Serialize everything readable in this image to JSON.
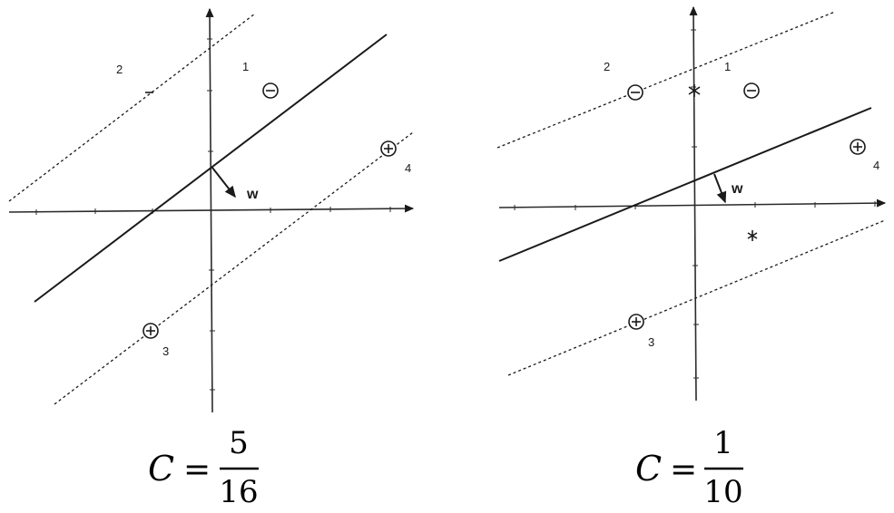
{
  "panels": [
    {
      "id": "left",
      "caption": {
        "symbol": "C",
        "equals": "=",
        "numerator": "5",
        "denominator": "16"
      },
      "weight_label": "w",
      "points": [
        {
          "label": "1",
          "kind": "minus",
          "marker": "circle"
        },
        {
          "label": "2",
          "kind": "minus",
          "marker": "dash"
        },
        {
          "label": "3",
          "kind": "plus",
          "marker": "circle"
        },
        {
          "label": "4",
          "kind": "plus",
          "marker": "circle"
        }
      ],
      "support_vector_markers": []
    },
    {
      "id": "right",
      "caption": {
        "symbol": "C",
        "equals": "=",
        "numerator": "1",
        "denominator": "10"
      },
      "weight_label": "w",
      "points": [
        {
          "label": "1",
          "kind": "minus",
          "marker": "circle"
        },
        {
          "label": "2",
          "kind": "minus",
          "marker": "circle"
        },
        {
          "label": "3",
          "kind": "plus",
          "marker": "circle"
        },
        {
          "label": "4",
          "kind": "plus",
          "marker": "circle"
        }
      ],
      "support_vector_markers": [
        "asterisk",
        "asterisk"
      ]
    }
  ]
}
